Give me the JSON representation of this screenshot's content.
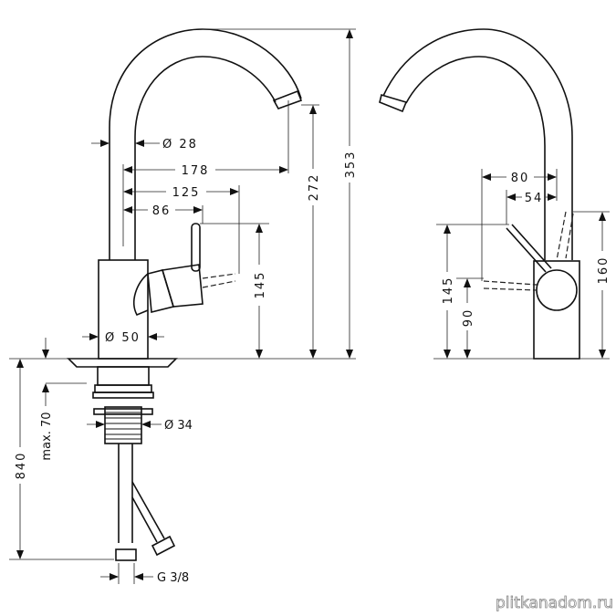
{
  "front_view": {
    "spout_diameter": "Ø 28",
    "spout_reach": "178",
    "lever_reach_max": "125",
    "lever_reach": "86",
    "lever_height": "145",
    "spout_height": "272",
    "total_height": "353",
    "body_diameter": "Ø 50",
    "hose_length": "840",
    "max_counter_thickness": "max. 70",
    "thread_diameter": "Ø 34",
    "connection": "G 3/8"
  },
  "side_view": {
    "lever_reach": "80",
    "lever_reach_min": "54",
    "lever_height": "145",
    "lever_height_open": "90",
    "lever_height_up": "160"
  },
  "watermark": "plitkanadom.ru"
}
